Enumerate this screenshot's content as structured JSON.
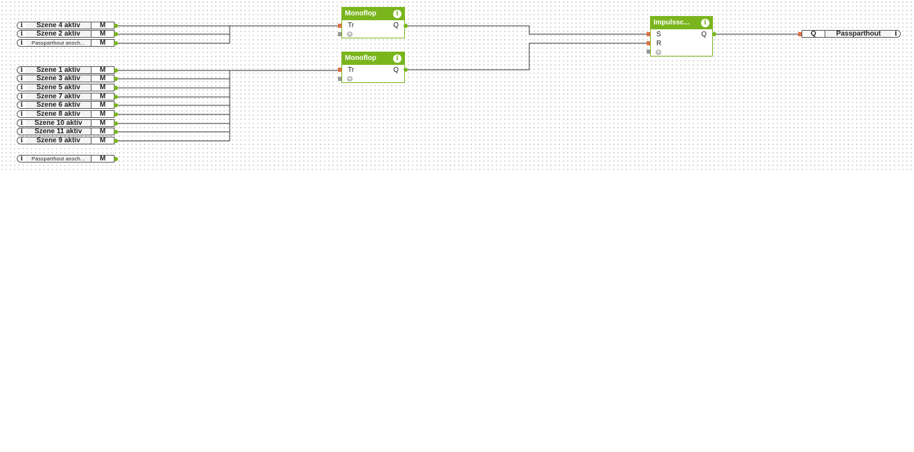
{
  "memory_inputs_group1": [
    {
      "label": "Szene 4 aktiv",
      "type_label": "M"
    },
    {
      "label": "Szene 2 aktiv",
      "type_label": "M"
    },
    {
      "label": "Passparthout ansch...",
      "type_label": "M",
      "small": true
    }
  ],
  "memory_inputs_group2": [
    {
      "label": "Szene 1 aktiv",
      "type_label": "M"
    },
    {
      "label": "Szene 3 aktiv",
      "type_label": "M"
    },
    {
      "label": "Szene 5 aktiv",
      "type_label": "M"
    },
    {
      "label": "Szene 7 aktiv",
      "type_label": "M"
    },
    {
      "label": "Szene 6 aktiv",
      "type_label": "M"
    },
    {
      "label": "Szene 8 aktiv",
      "type_label": "M"
    },
    {
      "label": "Szene 10 aktiv",
      "type_label": "M"
    },
    {
      "label": "Szene 11 aktiv",
      "type_label": "M"
    },
    {
      "label": "Szene 9 aktiv",
      "type_label": "M"
    }
  ],
  "memory_input_single": {
    "label": "Passparthout ansch...",
    "type_label": "M"
  },
  "info_glyph": "i",
  "blocks": {
    "monoflop1": {
      "title": "Monoflop",
      "input": "Tr",
      "output": "Q"
    },
    "monoflop2": {
      "title": "Monoflop",
      "input": "Tr",
      "output": "Q"
    },
    "impulse": {
      "title": "Impulssc...",
      "input_set": "S",
      "input_reset": "R",
      "output": "Q"
    }
  },
  "output_box": {
    "port": "Q",
    "label": "Passparthout"
  },
  "colors": {
    "block_green": "#7ab51d",
    "input_pin_orange": "#e07048",
    "wire": "#333333"
  },
  "icons": {
    "info": "info-icon",
    "add_port": "plus-circle-icon"
  }
}
